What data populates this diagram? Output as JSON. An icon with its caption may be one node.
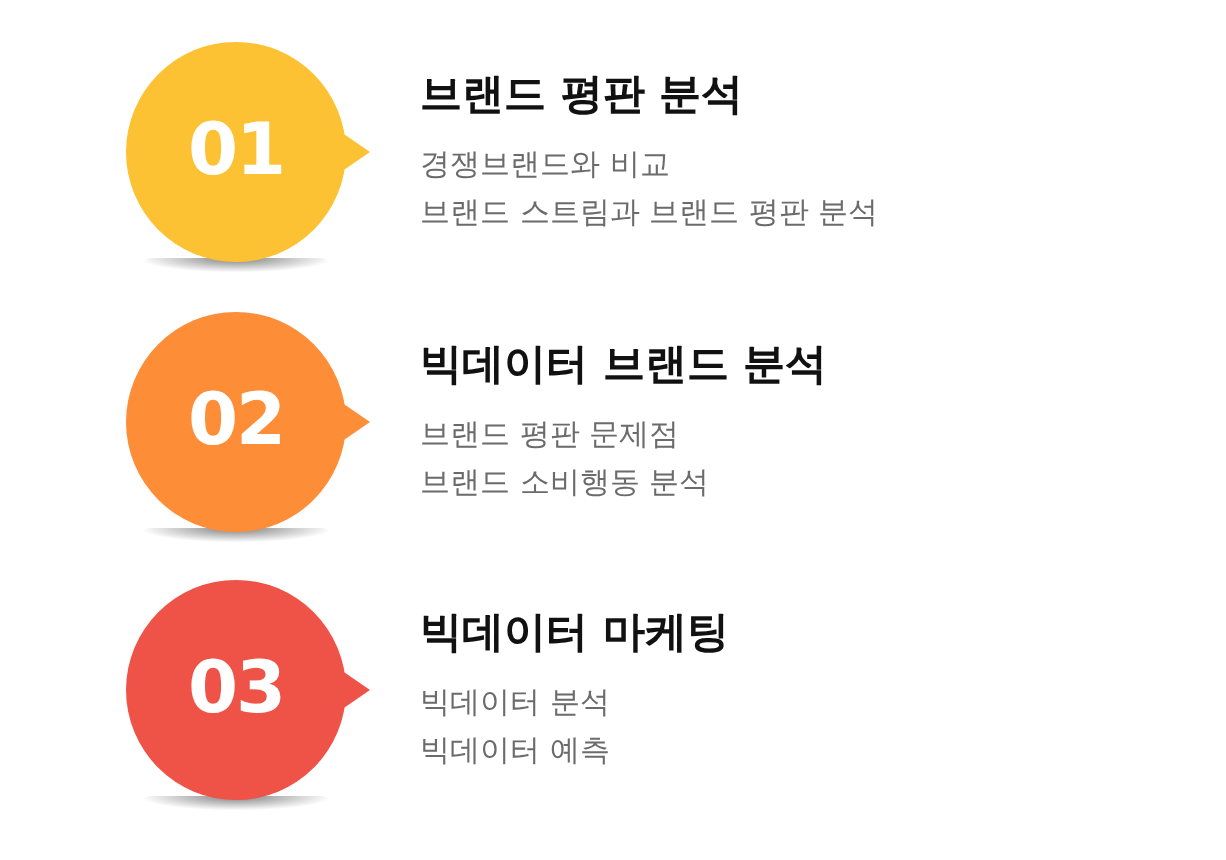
{
  "diagram": {
    "nodes": [
      {
        "text": [
          "01"
        ],
        "beside": [
          "브랜드 평판 분석",
          "경쟁브랜드와 비교",
          "브랜드 스트림과 브랜드 평판 분석"
        ]
      },
      {
        "text": [
          "02"
        ],
        "beside": [
          "빅데이터 브랜드 분석",
          "브랜드 평판 문제점",
          "브랜드 소비행동 분석"
        ]
      },
      {
        "text": [
          "03"
        ],
        "beside": [
          "빅데이터 마케팅",
          "빅데이터 분석",
          "빅데이터 예측"
        ]
      }
    ]
  }
}
